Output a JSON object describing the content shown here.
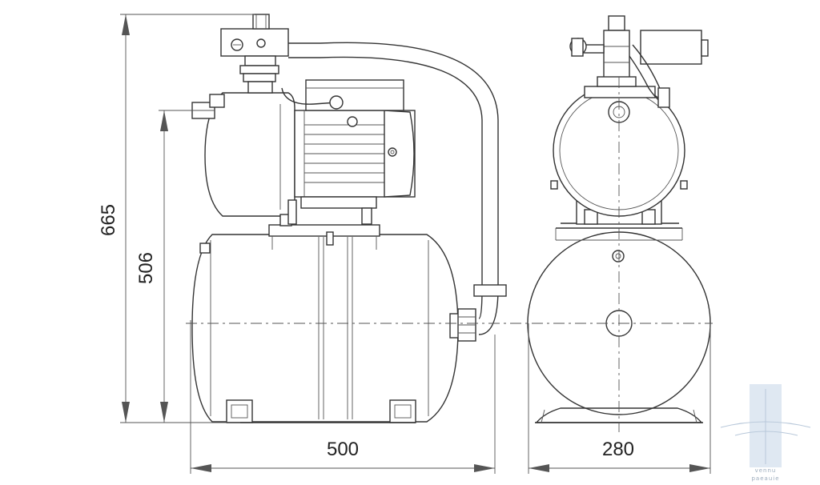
{
  "dimensions": {
    "total_height": "665",
    "tank_height": "506",
    "length": "500",
    "width": "280"
  },
  "watermark": {
    "text_line1": "vennu",
    "text_line2": "paeauie"
  }
}
